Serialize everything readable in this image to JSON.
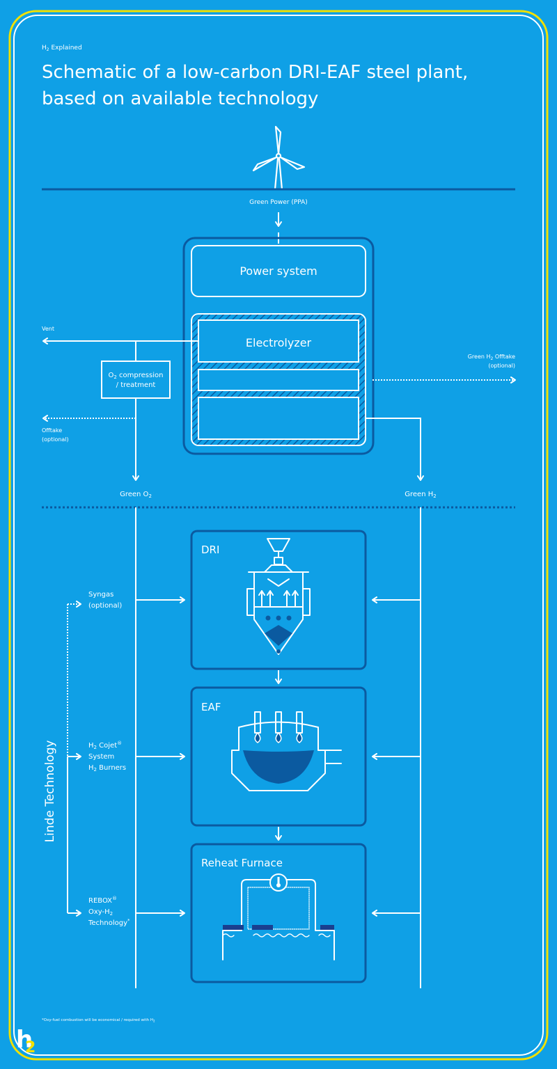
{
  "header": {
    "eyebrow_h": "H",
    "eyebrow_sub": "2",
    "eyebrow_rest": " Explained",
    "title_line1": "Schematic of a low-carbon DRI-EAF steel plant,",
    "title_line2": "based on available technology"
  },
  "labels": {
    "green_power": "Green Power (PPA)",
    "power_system": "Power system",
    "electrolyzer": "Electrolyzer",
    "vent": "Vent",
    "o2_compression_line1": "O",
    "o2_compression_sub": "2",
    "o2_compression_rest": " compression",
    "o2_treatment": "/ treatment",
    "offtake": "Offtake",
    "offtake_optional": "(optional)",
    "green_h2_offtake_pre": "Green H",
    "green_h2_offtake_sub": "2",
    "green_h2_offtake_post": " Offtake",
    "green_h2_offtake_optional": "(optional)",
    "green_o2_pre": "Green O",
    "green_o2_sub": "2",
    "green_h2_pre": "Green H",
    "green_h2_sub": "2",
    "dri": "DRI",
    "eaf": "EAF",
    "reheat": "Reheat Furnace",
    "syngas": "Syngas",
    "syngas_optional": "(optional)",
    "cojet_h": "H",
    "cojet_sub": "2",
    "cojet_rest": " Cojet",
    "cojet_reg": "®",
    "cojet_system": "System",
    "burners_h": "H",
    "burners_sub": "2",
    "burners_rest": " Burners",
    "rebox": "REBOX",
    "rebox_reg": "®",
    "oxy_pre": "Oxy-H",
    "oxy_sub": "2",
    "technology": "Technology",
    "technology_star": "*",
    "linde": "Linde Technology",
    "footnote_pre": "*Oxy-fuel combustion will be economical / required with H",
    "footnote_sub": "2",
    "logo_h": "h",
    "logo_2": "2"
  },
  "colors": {
    "background": "#0fa0e6",
    "line": "#ffffff",
    "dark_blue": "#0b5aa0",
    "border_yellow": "#f2e000",
    "border_white": "#ffffff",
    "bars": "#1a3f8f"
  },
  "icons": {
    "wind_turbine": "wind-turbine-icon",
    "thermometer": "thermometer-icon"
  }
}
